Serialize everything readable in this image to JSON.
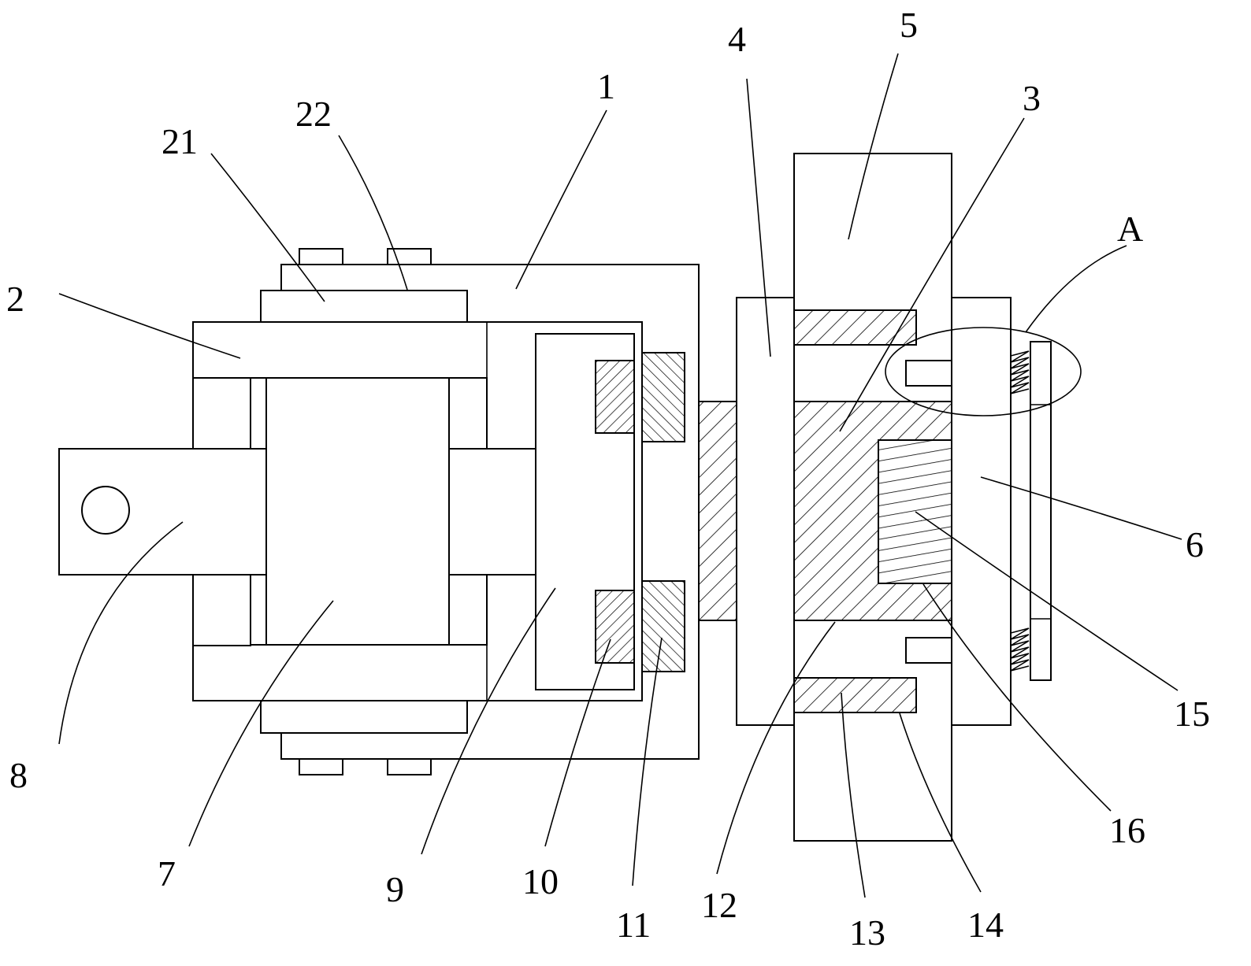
{
  "labels": {
    "p1": "1",
    "p2": "2",
    "p3": "3",
    "p4": "4",
    "p5": "5",
    "p6": "6",
    "p7": "7",
    "p8": "8",
    "p9": "9",
    "p10": "10",
    "p11": "11",
    "p12": "12",
    "p13": "13",
    "p14": "14",
    "p15": "15",
    "p16": "16",
    "p21": "21",
    "p22": "22",
    "detail": "A"
  }
}
